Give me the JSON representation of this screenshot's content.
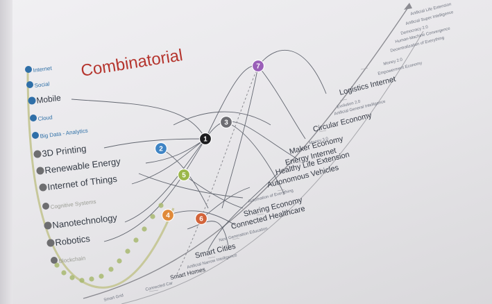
{
  "title": "Combinatorial",
  "left_labels": [
    {
      "text": "Internet",
      "style": "blue-small"
    },
    {
      "text": "Social",
      "style": "blue-small"
    },
    {
      "text": "Mobile",
      "style": "big"
    },
    {
      "text": "Cloud",
      "style": "blue-small"
    },
    {
      "text": "Big Data - Analytics",
      "style": "blue-small"
    },
    {
      "text": "3D Printing",
      "style": "big"
    },
    {
      "text": "Renewable Energy",
      "style": "big"
    },
    {
      "text": "Internet of Things",
      "style": "big"
    },
    {
      "text": "Cognitive Systems",
      "style": "faint"
    },
    {
      "text": "Nanotechnology",
      "style": "big"
    },
    {
      "text": "Robotics",
      "style": "big"
    },
    {
      "text": "Blockchain",
      "style": "faint"
    }
  ],
  "right_labels": [
    {
      "text": "Artificial Life Extension",
      "size": "s"
    },
    {
      "text": "Artificial Super Intelligence",
      "size": "s"
    },
    {
      "text": "Democracy 2.0",
      "size": "s"
    },
    {
      "text": "Human-Machine Convergence",
      "size": "s"
    },
    {
      "text": "Decentralization of Everything",
      "size": "s"
    },
    {
      "text": "Money 2.0",
      "size": "s"
    },
    {
      "text": "Empowerment Economy",
      "size": "s"
    },
    {
      "text": "Logistics Internet",
      "size": "l"
    },
    {
      "text": "Evolution 2.0",
      "size": "s"
    },
    {
      "text": "Artificial General Intelligence",
      "size": "s"
    },
    {
      "text": "Circular Economy",
      "size": "l"
    },
    {
      "text": "Money 3.0",
      "size": "s"
    },
    {
      "text": "Maker Economy",
      "size": "l"
    },
    {
      "text": "Energy Internet",
      "size": "l"
    },
    {
      "text": "Healthy Life Extension",
      "size": "l"
    },
    {
      "text": "Autonomous Vehicles",
      "size": "l"
    },
    {
      "text": "Automation of Everything",
      "size": "s"
    },
    {
      "text": "Sharing Economy",
      "size": "l"
    },
    {
      "text": "Connected Healthcare",
      "size": "l"
    },
    {
      "text": "Next Generation Education",
      "size": "s"
    },
    {
      "text": "Smart Cities",
      "size": "l"
    },
    {
      "text": "Artificial Narrow Intelligence",
      "size": "s"
    },
    {
      "text": "Smart Homes",
      "size": "m"
    },
    {
      "text": "Connected Car",
      "size": "s"
    },
    {
      "text": "Smart Grid",
      "size": "s"
    }
  ],
  "hubs": [
    {
      "num": "1",
      "color": "#1d1d1f"
    },
    {
      "num": "2",
      "color": "#3f84c4"
    },
    {
      "num": "3",
      "color": "#6d6d72"
    },
    {
      "num": "4",
      "color": "#e08a3a"
    },
    {
      "num": "5",
      "color": "#9bb74a"
    },
    {
      "num": "6",
      "color": "#d2643a"
    },
    {
      "num": "7",
      "color": "#9a5fb8"
    }
  ],
  "colors": {
    "title": "#b5352e",
    "dot_blue": "#2f6fa8",
    "dot_grey": "#6e6e70",
    "dot_green": "#a8b870"
  }
}
